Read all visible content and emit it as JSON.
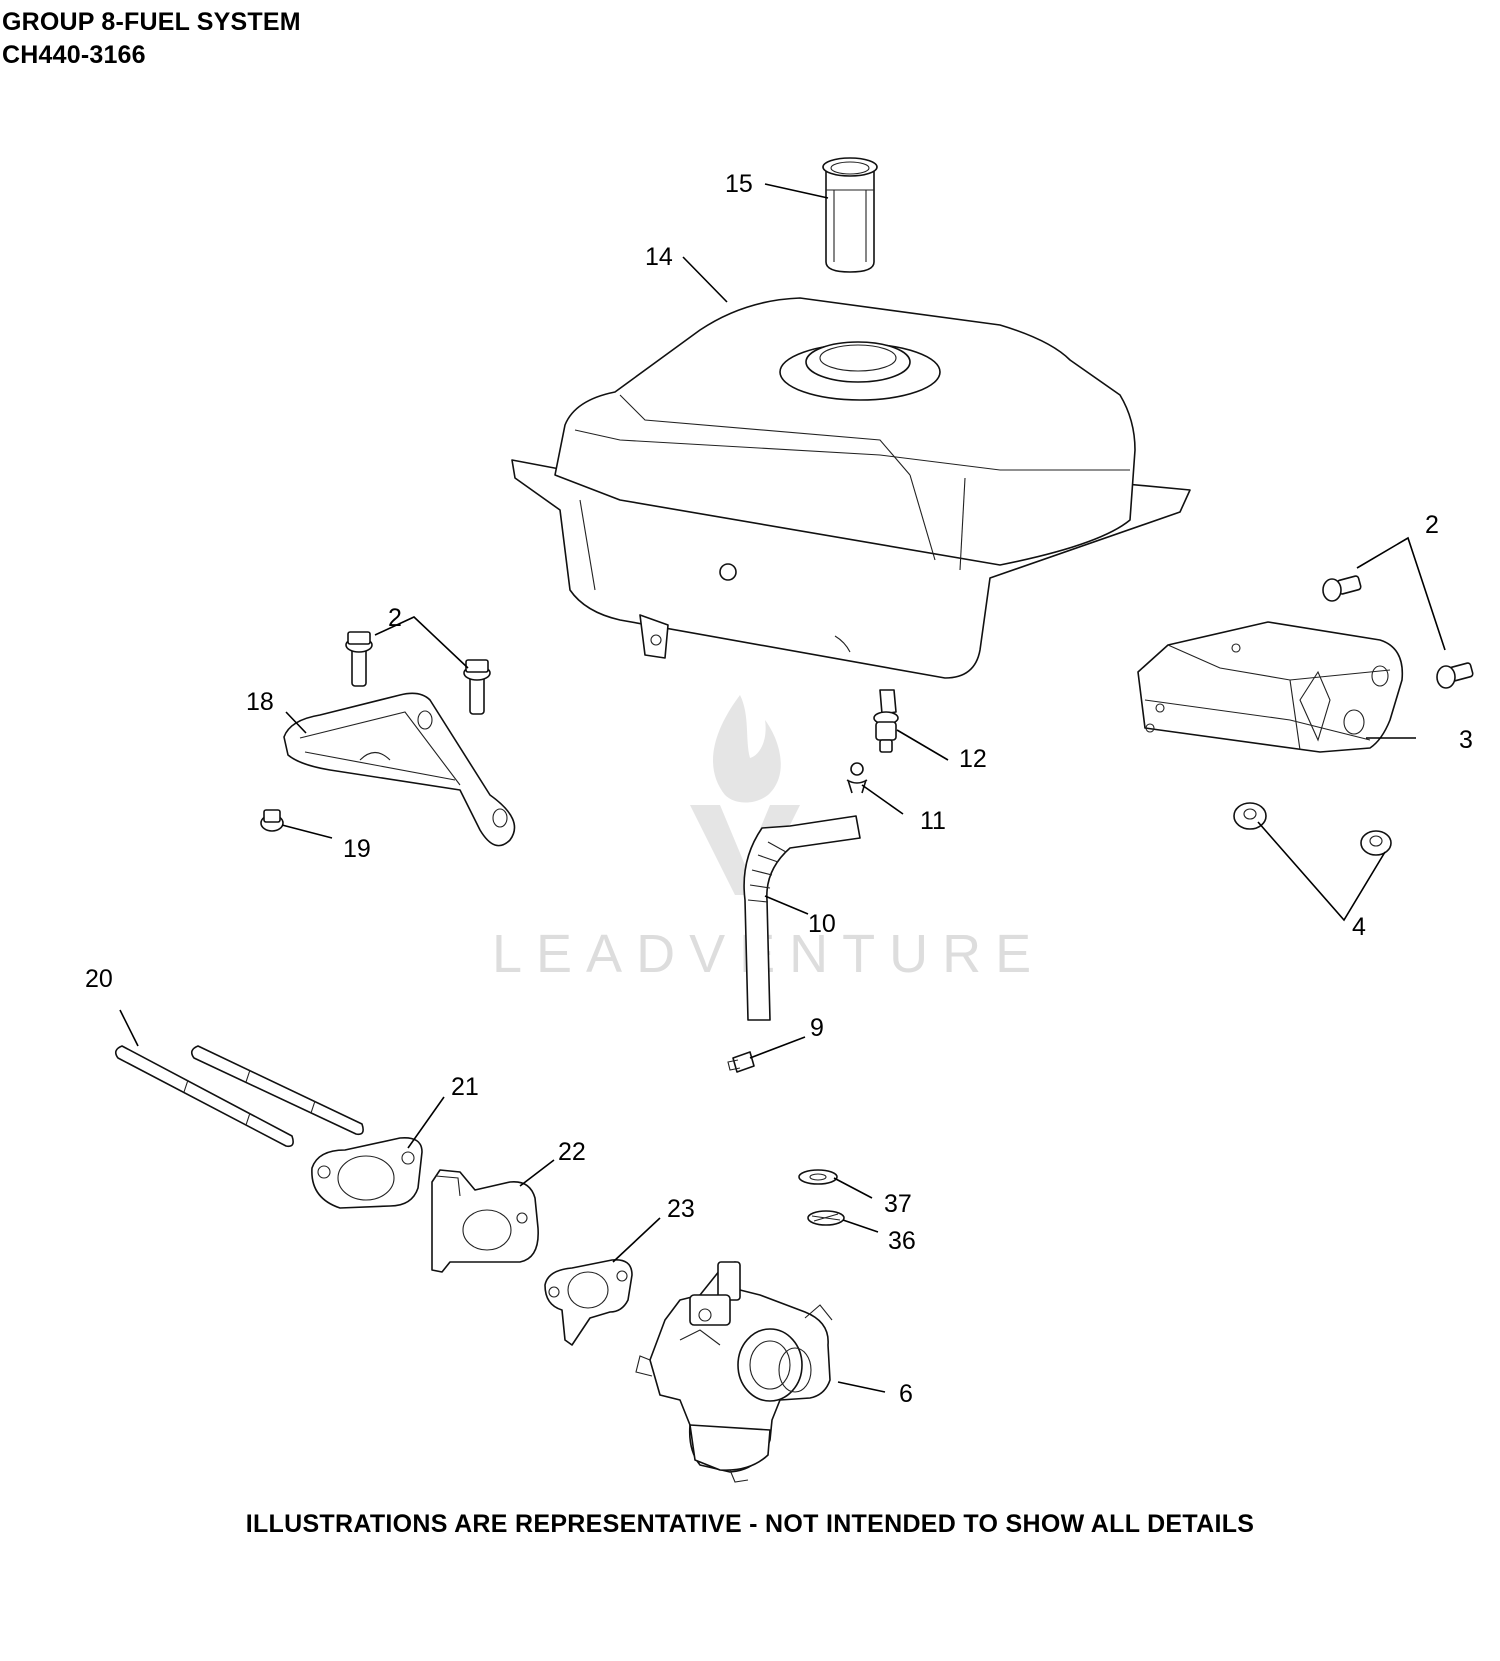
{
  "header": {
    "title": "GROUP 8-FUEL SYSTEM",
    "model": "CH440-3166"
  },
  "watermark": "LEADVENTURE",
  "callouts": {
    "c2a": "2",
    "c2b": "2",
    "c3": "3",
    "c4": "4",
    "c6": "6",
    "c9": "9",
    "c10": "10",
    "c11": "11",
    "c12": "12",
    "c14": "14",
    "c15": "15",
    "c18": "18",
    "c19": "19",
    "c20": "20",
    "c21": "21",
    "c22": "22",
    "c23": "23",
    "c36": "36",
    "c37": "37"
  },
  "footer": "ILLUSTRATIONS ARE REPRESENTATIVE - NOT INTENDED TO SHOW ALL DETAILS"
}
